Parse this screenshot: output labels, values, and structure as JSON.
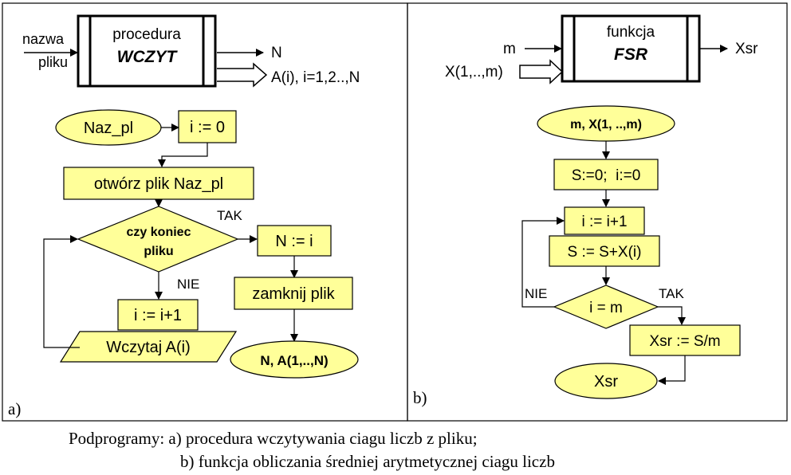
{
  "panel_a": {
    "block": {
      "input": "nazwa pliku",
      "input_line1": "nazwa",
      "input_line2": "pliku",
      "title": "procedura",
      "name": "WCZYT",
      "output_scalar": "N",
      "output_array": "A(i), i=1,2..,N"
    },
    "flow": {
      "start": "Naz_pl",
      "init": "i := 0",
      "open": "otwórz plik Naz_pl",
      "decision": "czy koniec pliku",
      "decision_line1": "czy koniec",
      "decision_line2": "pliku",
      "yes_label": "TAK",
      "no_label": "NIE",
      "assign": "N := i",
      "close": "zamknij plik",
      "increment": "i := i+1",
      "read": "Wczytaj A(i)",
      "end": "N, A(1,..,N)"
    },
    "label": "a)"
  },
  "panel_b": {
    "block": {
      "input_scalar": "m",
      "input_array": "X(1,..,m)",
      "title": "funkcja",
      "name": "FSR",
      "output": "Xsr"
    },
    "flow": {
      "start": "m, X(1, ..,m)",
      "init": "S:=0;  i:=0",
      "increment": "i := i+1",
      "accumulate": "S := S+X(i)",
      "decision": "i = m",
      "yes_label": "TAK",
      "no_label": "NIE",
      "compute": "Xsr := S/m",
      "end": "Xsr"
    },
    "label": "b)"
  },
  "caption": {
    "line1": "Podprogramy: a) procedura wczytywania ciagu liczb z pliku;",
    "line2": "b) funkcja obliczania średniej arytmetycznej ciagu liczb"
  },
  "colors": {
    "shape_fill": "#ffff99",
    "block_fill": "#ffffff",
    "line": "#000000"
  }
}
